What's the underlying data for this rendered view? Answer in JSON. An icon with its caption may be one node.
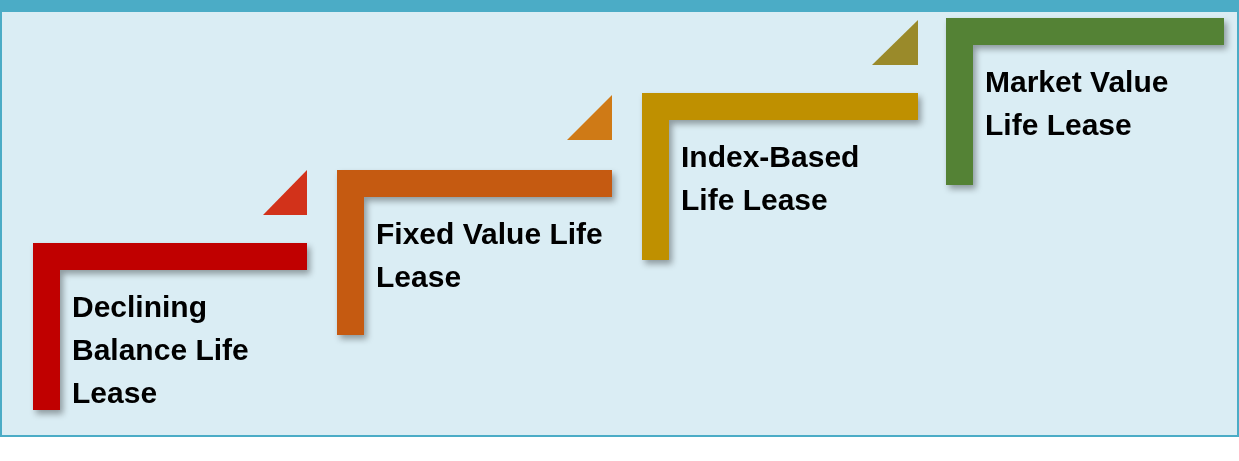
{
  "diagram": {
    "nodes": [
      {
        "text": [
          "Declining Balance Life Lease"
        ]
      },
      {
        "text": [
          "Fixed Value Life Lease"
        ]
      },
      {
        "text": [
          "Index-Based Life Lease"
        ]
      },
      {
        "text": [
          "Market Value Life Lease"
        ]
      }
    ]
  }
}
